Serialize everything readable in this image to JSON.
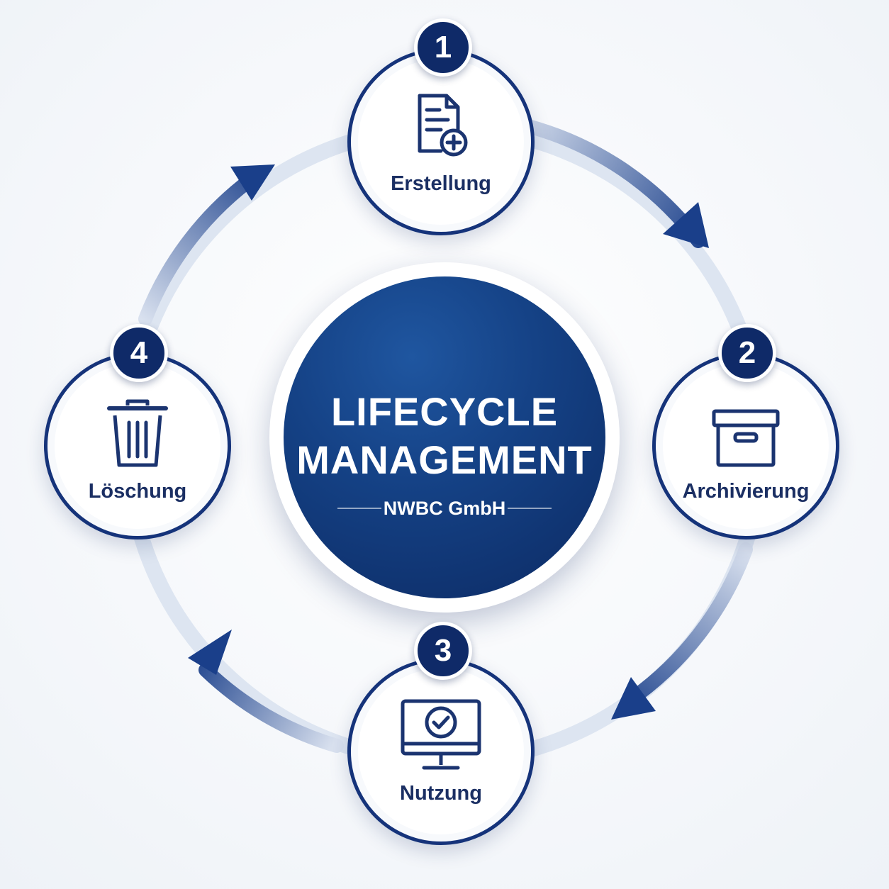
{
  "diagram": {
    "title_line1": "LIFECYCLE",
    "title_line2": "MANAGEMENT",
    "subtitle": "NWBC GmbH",
    "colors": {
      "navy": "#0f2a68",
      "label": "#1b2f63",
      "ring": "#d5deed",
      "arrow": "#1a3f8a"
    },
    "steps": [
      {
        "number": "1",
        "label": "Erstellung",
        "icon": "document-add-icon"
      },
      {
        "number": "2",
        "label": "Archivierung",
        "icon": "archive-box-icon"
      },
      {
        "number": "3",
        "label": "Nutzung",
        "icon": "monitor-check-icon"
      },
      {
        "number": "4",
        "label": "Löschung",
        "icon": "trash-icon"
      }
    ]
  }
}
